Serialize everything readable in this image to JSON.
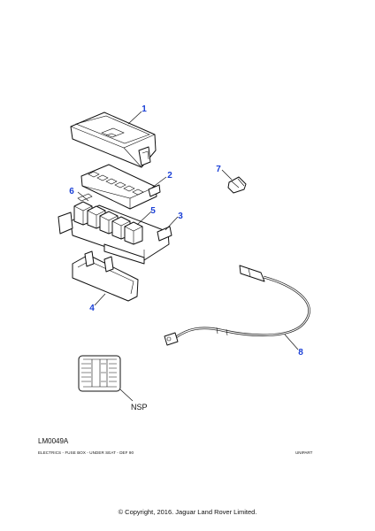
{
  "callouts": {
    "p1": "1",
    "p2": "2",
    "p3": "3",
    "p4": "4",
    "p5": "5",
    "p6": "6",
    "p7": "7",
    "p8": "8",
    "nsp": "NSP"
  },
  "footer": {
    "ref_code": "LM0049A",
    "caption": "ELECTRICS - FUSE BOX - UNDER SEAT - DEF 90",
    "source": "UNIPART",
    "copyright": "© Copyright, 2016. Jaguar Land Rover Limited."
  },
  "colors": {
    "callout": "#1a3fd6",
    "line": "#111111"
  }
}
